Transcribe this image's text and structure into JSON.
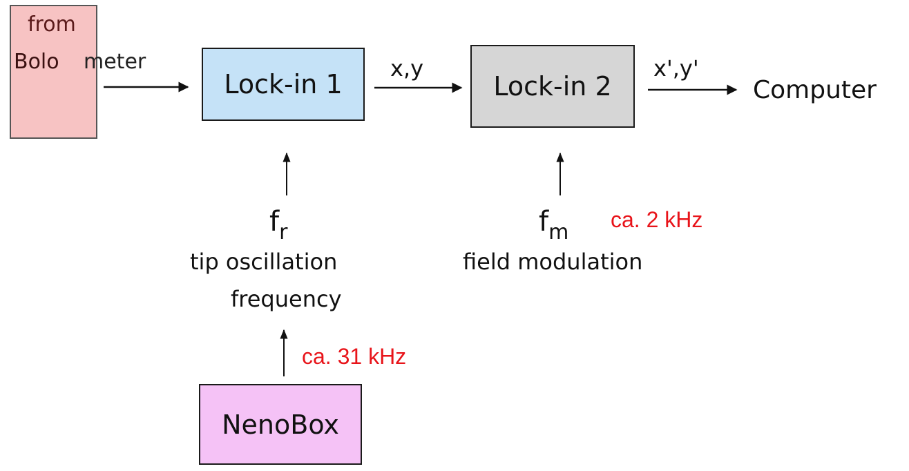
{
  "bolometer": {
    "from": "from",
    "name_part1": "Bolo",
    "name_part2": "meter"
  },
  "lockin1": {
    "label": "Lock-in 1"
  },
  "lockin2": {
    "label": "Lock-in 2"
  },
  "nenobox": {
    "label": "NenoBox"
  },
  "signals": {
    "xy": "x,y",
    "xy_prime": "x',y'",
    "output": "Computer"
  },
  "fr": {
    "symbol": "f",
    "subscript": "r",
    "desc_line1": "tip oscillation",
    "desc_line2": "frequency",
    "freq": "ca. 31 kHz"
  },
  "fm": {
    "symbol": "f",
    "subscript": "m",
    "desc": "field modulation",
    "freq": "ca. 2 kHz"
  },
  "colors": {
    "bolometer_fill": "#f7c3c3",
    "lockin1_fill": "#c5e2f7",
    "lockin2_fill": "#d6d6d6",
    "nenobox_fill": "#f5c2f6",
    "annotation_red": "#e8141a"
  }
}
